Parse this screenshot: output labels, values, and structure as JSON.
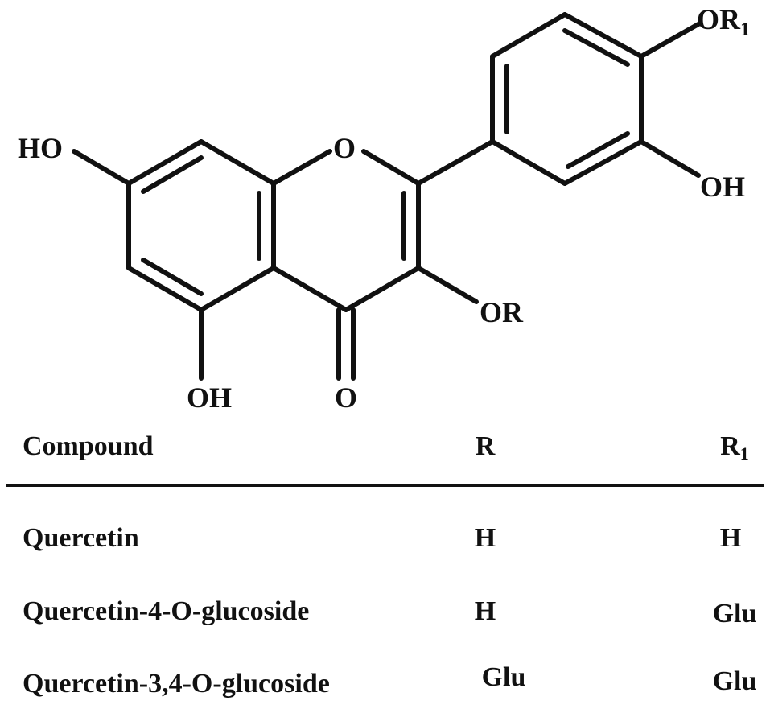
{
  "structure": {
    "labels": {
      "ho_left": "HO",
      "ring_o": "O",
      "oh_bottom": "OH",
      "carbonyl_o": "O",
      "or": "OR",
      "oh_right": "OH",
      "or1_base": "OR",
      "or1_sub": "1"
    }
  },
  "table": {
    "headers": {
      "compound": "Compound",
      "r": "R",
      "r1_base": "R",
      "r1_sub": "1"
    },
    "rows": [
      {
        "compound": "Quercetin",
        "r": "H",
        "r1": "H"
      },
      {
        "compound": "Quercetin-4-O-glucoside",
        "r": "H",
        "r1": "Glu"
      },
      {
        "compound": "Quercetin-3,4-O-glucoside",
        "r": "Glu",
        "r1": "Glu"
      }
    ]
  }
}
